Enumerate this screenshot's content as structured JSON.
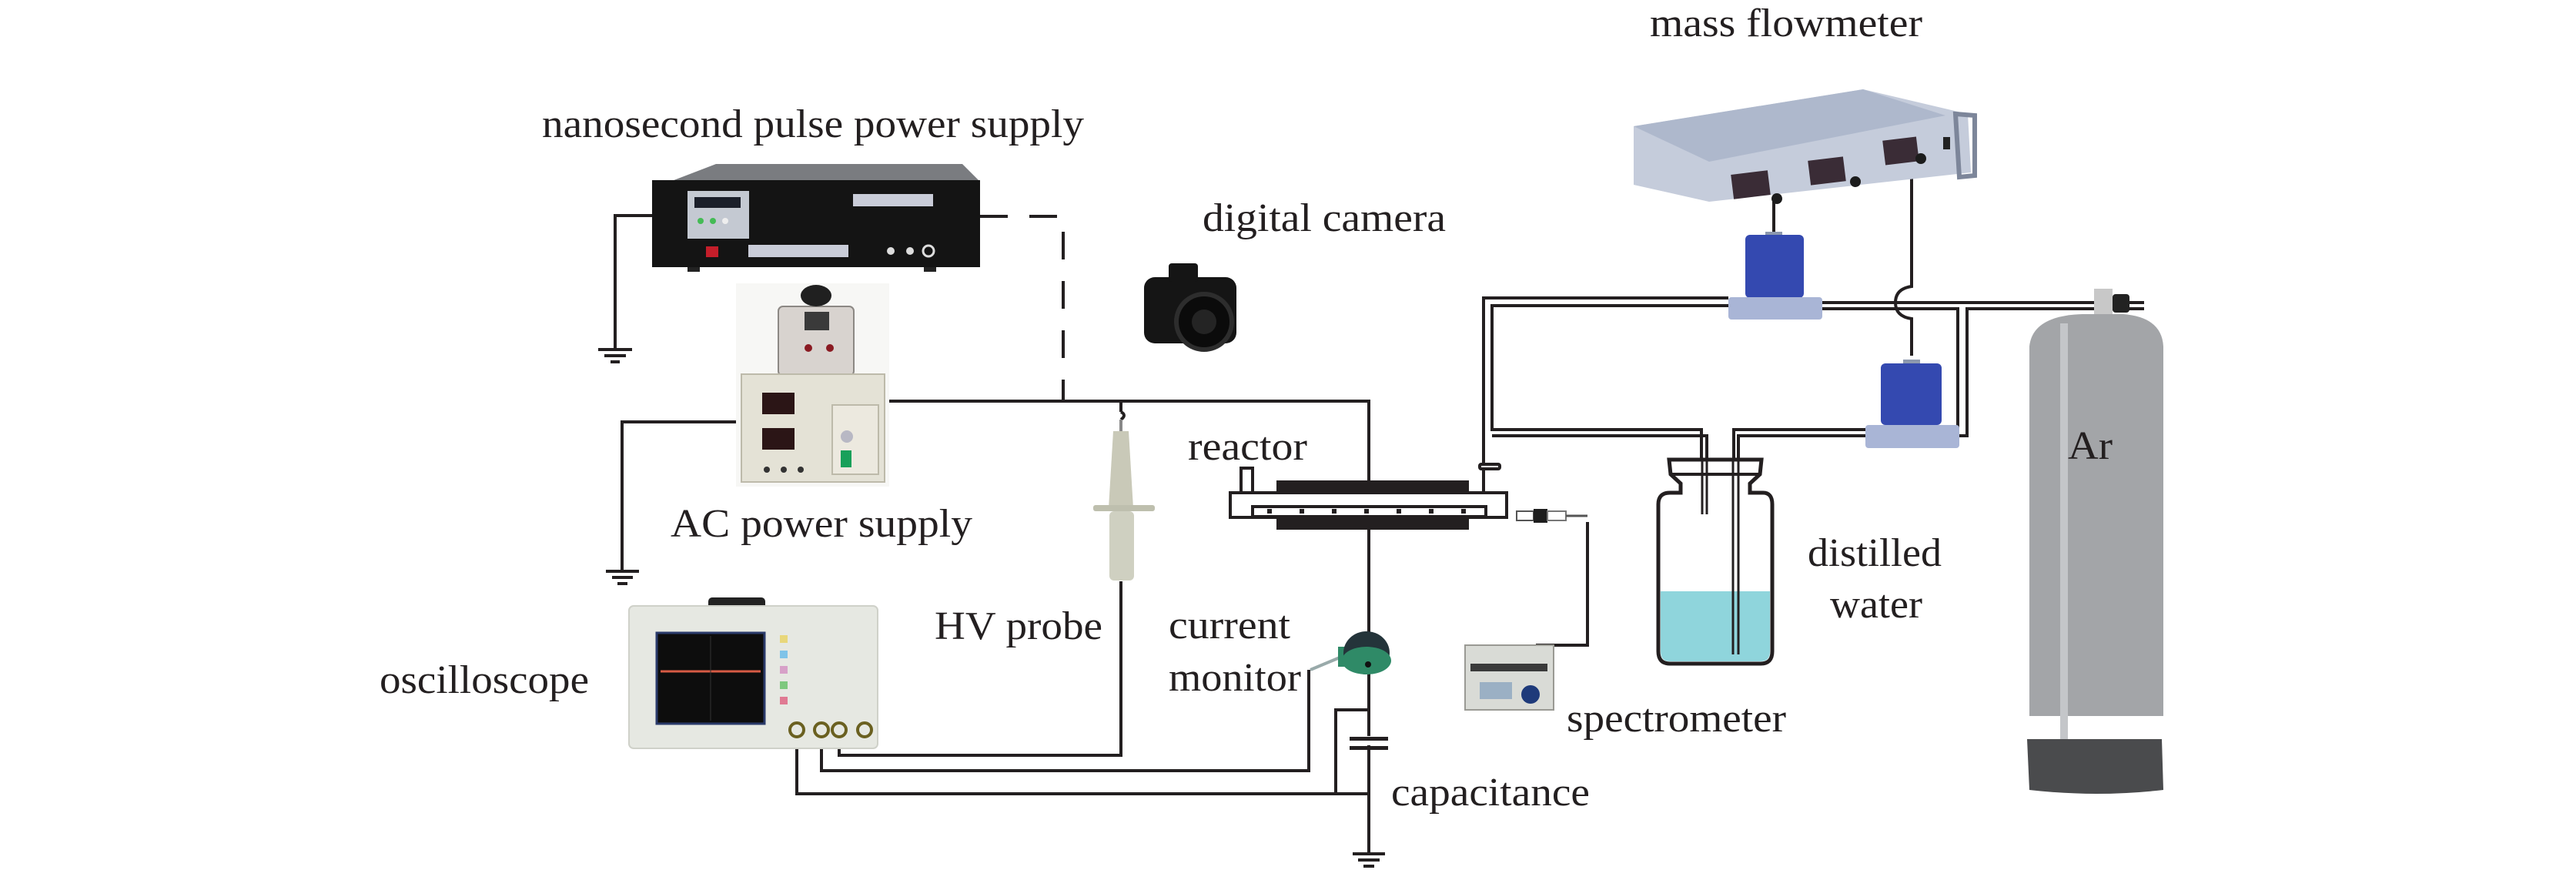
{
  "figure": {
    "title": "Experimental setup schematic",
    "labels": {
      "nanosecond_supply": "nanosecond pulse power supply",
      "ac_supply": "AC power supply",
      "digital_camera": "digital camera",
      "mass_flowmeter": "mass flowmeter",
      "reactor": "reactor",
      "hv_probe": "HV probe",
      "current_monitor_line1": "current",
      "current_monitor_line2": "monitor",
      "oscilloscope": "oscilloscope",
      "spectrometer": "spectrometer",
      "capacitance": "capacitance",
      "distilled_water_line1": "distilled",
      "water_line2": "water",
      "gas": "Ar"
    },
    "colors": {
      "line": "#231f20",
      "water": "#8fd5dc",
      "mfc_blue": "#3449b0",
      "mfc_base": "#a9b5d6",
      "cylinder": "#a3a5a8",
      "cylinder_base": "#4a4b4d",
      "pulse_supply": "#141414",
      "ac_supply": "#e4e2d6",
      "probe": "#c9c9b8",
      "current_monitor": "#2f8a67",
      "flowmeter_box": "#c5ccdb"
    }
  }
}
